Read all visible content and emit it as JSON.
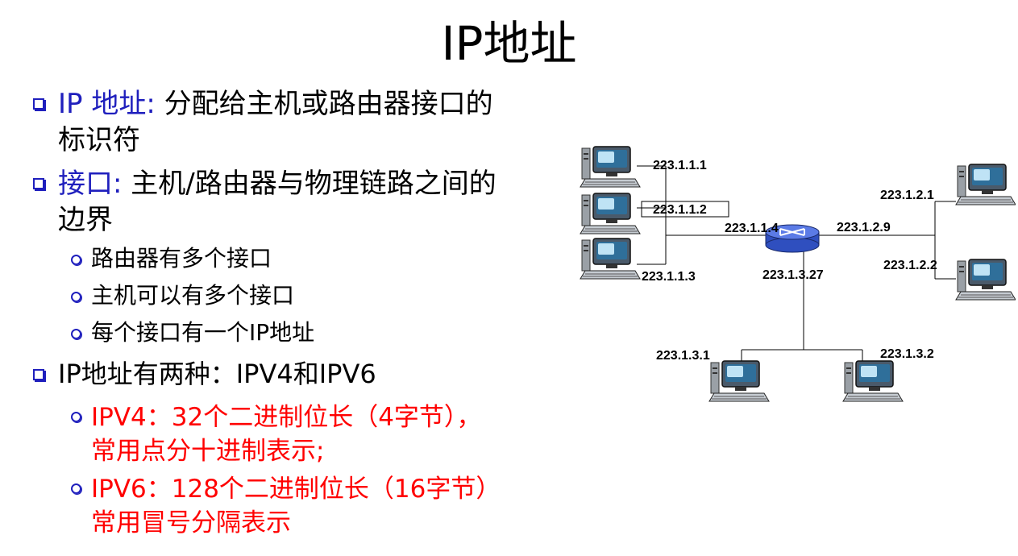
{
  "title": "IP地址",
  "bullets": {
    "b1_key": "IP 地址:",
    "b1_text": " 分配给主机或路由器接口的",
    "b1_cont": "标识符",
    "b2_key": "接口:",
    "b2_text": " 主机/路由器与物理链路之间的",
    "b2_cont": "边界",
    "b2_subs": [
      "路由器有多个接口",
      "主机可以有多个接口",
      "每个接口有一个IP地址"
    ],
    "b3_text": "IP地址有两种：IPV4和IPV6",
    "b3_sub1_line1": "IPV4：32个二进制位长（4字节），",
    "b3_sub1_line2": "常用点分十进制表示;",
    "b3_sub2_line1": "IPV6：128个二进制位长（16字节）",
    "b3_sub2_line2": "常用冒号分隔表示"
  },
  "network": {
    "labels": {
      "h1": "223.1.1.1",
      "h2": "223.1.1.2",
      "h3": "223.1.1.3",
      "r1": "223.1.1.4",
      "r2": "223.1.2.9",
      "r3": "223.1.3.27",
      "h4": "223.1.2.1",
      "h5": "223.1.2.2",
      "h6": "223.1.3.1",
      "h7": "223.1.3.2"
    }
  },
  "colors": {
    "accent_blue": "#1f1fbd",
    "highlight_red": "#ff0000",
    "router_blue": "#3b5bd6"
  }
}
